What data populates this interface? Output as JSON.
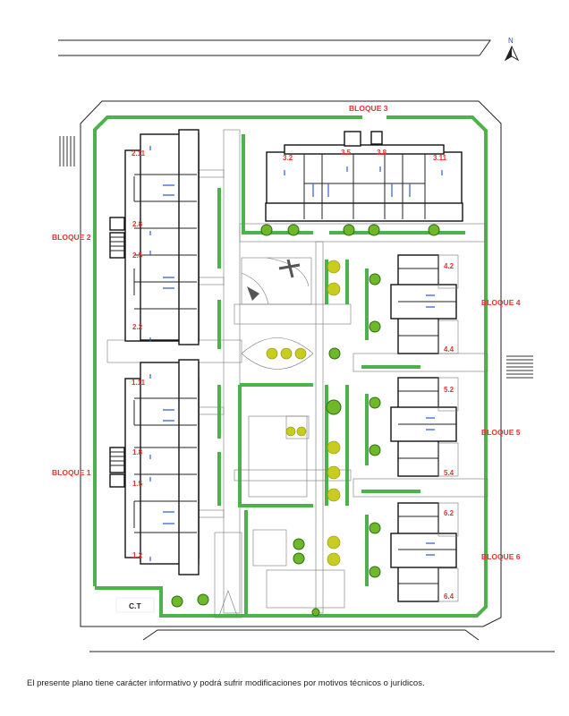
{
  "north_label": "N",
  "blocks": {
    "b1": "BLOQUE 1",
    "b2": "BLOQUE 2",
    "b3": "BLOQUE 3",
    "b4": "BLOQUE  4",
    "b5": "BLOQUE  5",
    "b6": "BLOQUE  6"
  },
  "units": {
    "u2_11": "2.11",
    "u2_8": "2.8",
    "u2_5": "2.5",
    "u2_2": "2.2",
    "u1_11": "1.11",
    "u1_8": "1.8",
    "u1_5": "1.5",
    "u1_2": "1.2",
    "u3_2": "3.2",
    "u3_5": "3.5",
    "u3_8": "3.8",
    "u3_11": "3.11",
    "u4_2": "4.2",
    "u4_4": "4.4",
    "u5_2": "5.2",
    "u5_4": "5.4",
    "u6_2": "6.2",
    "u6_4": "6.4"
  },
  "ct_label": "C.T",
  "disclaimer": "El presente plano tiene carácter informativo y podrá sufrir modificaciones por motivos técnicos o jurídicos."
}
